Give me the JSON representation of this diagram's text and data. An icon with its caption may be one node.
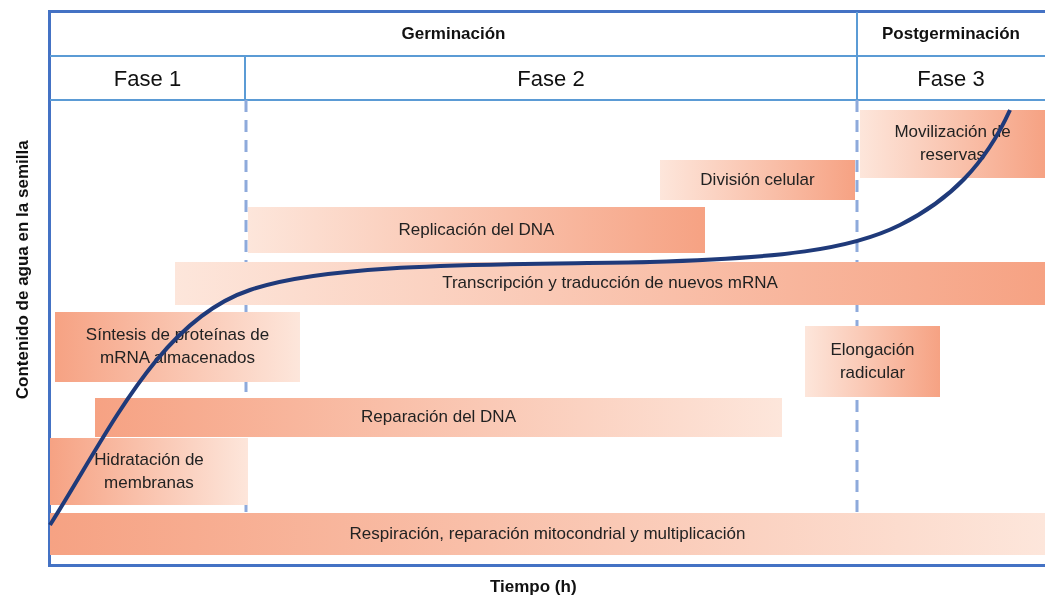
{
  "diagram": {
    "nodes": [
      {
        "text": [
          "Germinación"
        ]
      },
      {
        "text": [
          "Postgerminación"
        ]
      },
      {
        "text": [
          "Fase 1"
        ]
      },
      {
        "text": [
          "Fase 2"
        ]
      },
      {
        "text": [
          "Fase 3"
        ]
      },
      {
        "text": [
          "Movilización de reservas"
        ]
      },
      {
        "text": [
          "División celular"
        ]
      },
      {
        "text": [
          "Replicación del DNA"
        ]
      },
      {
        "text": [
          "Transcripción y traducción de nuevos mRNA"
        ]
      },
      {
        "text": [
          "Síntesis de proteínas de mRNA almacenados"
        ]
      },
      {
        "text": [
          "Elongación radicular"
        ]
      },
      {
        "text": [
          "Reparación del DNA"
        ]
      },
      {
        "text": [
          "Hidratación de membranas"
        ]
      },
      {
        "text": [
          "Respiración, reparación mitocondrial y multiplicación"
        ]
      }
    ],
    "edges": [],
    "labels": [
      "Contenido de agua en la semilla",
      "Tiempo (h)"
    ]
  }
}
